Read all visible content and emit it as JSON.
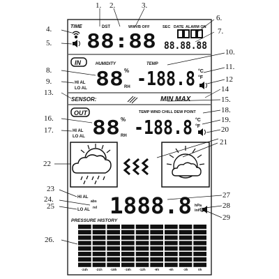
{
  "callouts": [
    "1.",
    "2.",
    "3.",
    "4.",
    "5.",
    "6.",
    "7.",
    "8.",
    "9.",
    "10.",
    "11.",
    "12",
    "13.",
    "14",
    "15.",
    "16.",
    "17.",
    "18.",
    "19.",
    "20",
    "21",
    "22",
    "23",
    "24.",
    "25",
    "26.",
    "27",
    "28",
    "29"
  ],
  "labels": {
    "time": "TIME",
    "dst": "DST",
    "wwvb_off": "WWVB OFF",
    "sec": "SEC",
    "date": "DATE",
    "alarm_on": "ALARM ON",
    "clock": "88:88",
    "date_digits": "88.88.88",
    "in": "IN",
    "humidity": "HUMIDITY",
    "temp": "TEMP",
    "hum_digits": "88",
    "percent": "%",
    "rh": "RH",
    "temp_digits": "-188.8",
    "deg_c": "°C",
    "deg_f": "°F",
    "hi_al": "HI AL",
    "lo_al": "LO AL",
    "sensor": "SENSOR:",
    "min_max": "MIN MAX",
    "out": "OUT",
    "temp_row": "TEMP WIND CHILL DEW POINT",
    "abs": "abs",
    "rel": "rel",
    "pressure_digits": "1888.8",
    "hpa": "hPa",
    "inhg": "inHg",
    "pressure_history": "PRESSURE HISTORY",
    "hist_ticks": [
      "-24h",
      "-21h",
      "-18h",
      "-15h",
      "-12h",
      "-9h",
      "-6h",
      "-3h",
      "0h"
    ]
  },
  "colors": {
    "ink": "#111111",
    "bg": "#ffffff"
  },
  "icons": [
    "radio-signal-icon",
    "speaker-icon",
    "rain-cloud-icon",
    "sun-cloud-icon",
    "trend-arrows-icon",
    "sensor-signal-icon",
    "alarm-speaker-icon"
  ]
}
